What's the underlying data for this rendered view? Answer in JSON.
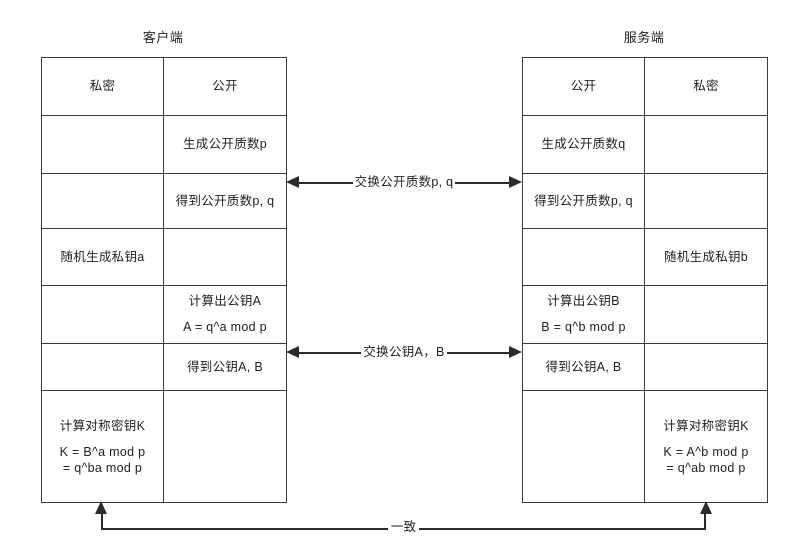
{
  "diagram": {
    "client": {
      "title": "客户端",
      "columns": [
        "私密",
        "公开"
      ],
      "rows": [
        {
          "private": "",
          "public": "生成公开质数p"
        },
        {
          "private": "",
          "public": "得到公开质数p, q"
        },
        {
          "private": "随机生成私钥a",
          "public": ""
        },
        {
          "private": "",
          "public_line1": "计算出公钥A",
          "public_line2": "A = q^a mod p"
        },
        {
          "private": "",
          "public": "得到公钥A, B"
        },
        {
          "private_line1": "计算对称密钥K",
          "private_line2": "K = B^a mod p",
          "private_line3": "= q^ba mod p",
          "public": ""
        }
      ]
    },
    "server": {
      "title": "服务端",
      "columns": [
        "公开",
        "私密"
      ],
      "rows": [
        {
          "public": "生成公开质数q",
          "private": ""
        },
        {
          "public": "得到公开质数p, q",
          "private": ""
        },
        {
          "public": "",
          "private": "随机生成私钥b"
        },
        {
          "public_line1": "计算出公钥B",
          "public_line2": "B = q^b mod p",
          "private": ""
        },
        {
          "public": "得到公钥A, B",
          "private": ""
        },
        {
          "public": "",
          "private_line1": "计算对称密钥K",
          "private_line2": "K = A^b mod p",
          "private_line3": "= q^ab mod p"
        }
      ]
    },
    "arrows": {
      "exchange_primes": "交换公开质数p, q",
      "exchange_keys": "交换公钥A，B",
      "consistency": "一致"
    },
    "colors": {
      "line": "#3a3a3a",
      "arrow": "#2b2b2b",
      "text": "#1f1f1f",
      "background": "#ffffff"
    }
  }
}
